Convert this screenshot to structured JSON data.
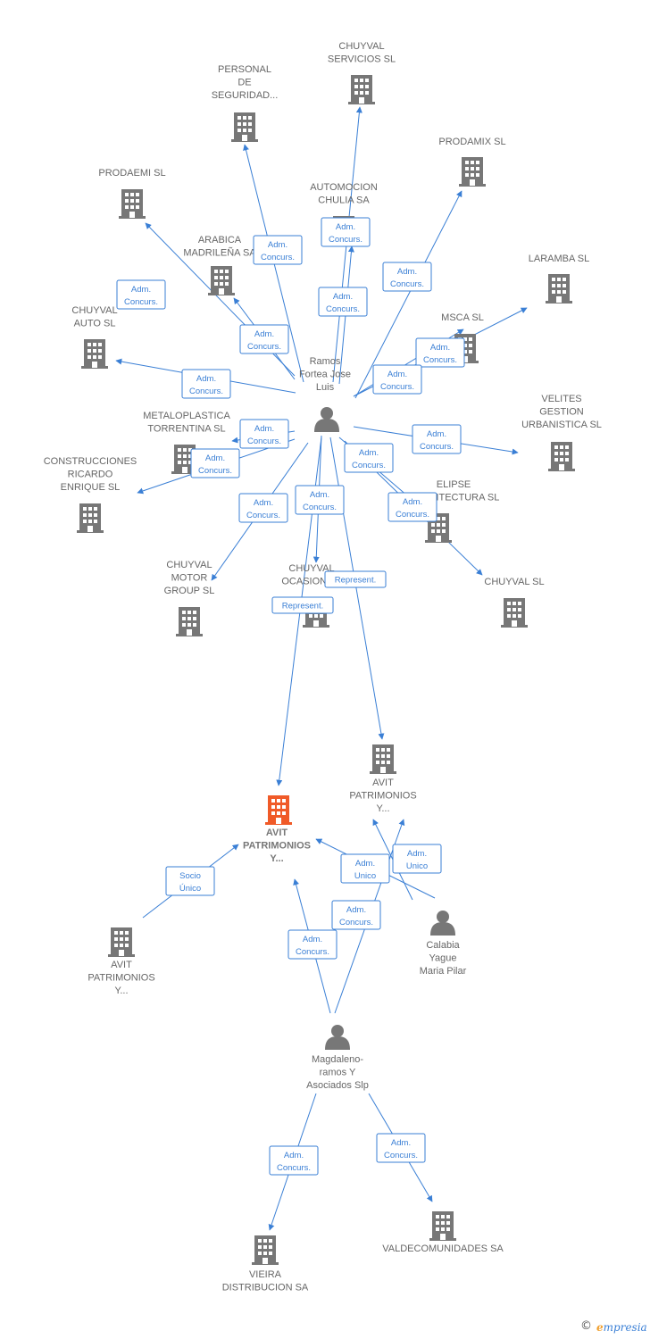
{
  "colors": {
    "edge": "#3a7fd5",
    "company": "#777777",
    "focus_company": "#f05a28",
    "person": "#777777",
    "label": "#666666"
  },
  "nodes": [
    {
      "id": "ramos",
      "type": "person",
      "label": [
        "Ramos",
        "Fortea Jose",
        "Luis"
      ]
    },
    {
      "id": "calabia",
      "type": "person",
      "label": [
        "Calabia",
        "Yague",
        "Maria Pilar"
      ]
    },
    {
      "id": "magdaleno",
      "type": "person",
      "label": [
        "Magdaleno-",
        "ramos Y",
        "Asociados Slp"
      ]
    },
    {
      "id": "chuyval_servicios",
      "type": "company",
      "label": [
        "CHUYVAL",
        "SERVICIOS SL"
      ]
    },
    {
      "id": "personal_seg",
      "type": "company",
      "label": [
        "PERSONAL",
        "DE",
        "SEGURIDAD..."
      ]
    },
    {
      "id": "prodamix",
      "type": "company",
      "label": [
        "PRODAMIX SL"
      ]
    },
    {
      "id": "prodaemi",
      "type": "company",
      "label": [
        "PRODAEMI SL"
      ]
    },
    {
      "id": "automocion",
      "type": "company",
      "label": [
        "AUTOMOCION",
        "CHULIA SA"
      ]
    },
    {
      "id": "arabica",
      "type": "company",
      "label": [
        "ARABICA",
        "MADRILEÑA SA"
      ]
    },
    {
      "id": "laramba",
      "type": "company",
      "label": [
        "LARAMBA SL"
      ]
    },
    {
      "id": "chuyval_auto",
      "type": "company",
      "label": [
        "CHUYVAL",
        "AUTO SL"
      ]
    },
    {
      "id": "msca",
      "type": "company",
      "label": [
        "MSCA SL"
      ]
    },
    {
      "id": "velites",
      "type": "company",
      "label": [
        "VELITES",
        "GESTION",
        "URBANISTICA SL"
      ]
    },
    {
      "id": "metaloplastica",
      "type": "company",
      "label": [
        "METALOPLASTICA",
        "TORRENTINA SL"
      ]
    },
    {
      "id": "construcciones",
      "type": "company",
      "label": [
        "CONSTRUCCIONES",
        "RICARDO",
        "ENRIQUE SL"
      ]
    },
    {
      "id": "elipse",
      "type": "company",
      "label": [
        "ELIPSE",
        "ARQUITECTURA SL"
      ]
    },
    {
      "id": "chuyval_motor",
      "type": "company",
      "label": [
        "CHUYVAL",
        "MOTOR",
        "GROUP SL"
      ]
    },
    {
      "id": "chuyval_ocasion",
      "type": "company",
      "label": [
        "CHUYVAL",
        "OCASION SL"
      ]
    },
    {
      "id": "chuyval_sl",
      "type": "company",
      "label": [
        "CHUYVAL SL"
      ]
    },
    {
      "id": "avit_focus",
      "type": "focus_company",
      "label": [
        "AVIT",
        "PATRIMONIOS",
        "Y..."
      ]
    },
    {
      "id": "avit_right",
      "type": "company",
      "label": [
        "AVIT",
        "PATRIMONIOS",
        "Y..."
      ]
    },
    {
      "id": "avit_left",
      "type": "company",
      "label": [
        "AVIT",
        "PATRIMONIOS",
        "Y..."
      ]
    },
    {
      "id": "vieira",
      "type": "company",
      "label": [
        "VIEIRA",
        "DISTRIBUCION SA"
      ]
    },
    {
      "id": "valdecomunidades",
      "type": "company",
      "label": [
        "VALDECOMUNIDADES SA"
      ]
    }
  ],
  "edges": [
    {
      "from": "ramos",
      "to": "personal_seg",
      "label": [
        "Adm.",
        "Concurs."
      ]
    },
    {
      "from": "ramos",
      "to": "chuyval_servicios",
      "label": [
        "Adm.",
        "Concurs."
      ]
    },
    {
      "from": "ramos",
      "to": "automocion",
      "label": [
        "Adm.",
        "Concurs."
      ]
    },
    {
      "from": "ramos",
      "to": "prodamix",
      "label": [
        "Adm.",
        "Concurs."
      ]
    },
    {
      "from": "ramos",
      "to": "prodaemi",
      "label": [
        "Adm.",
        "Concurs."
      ]
    },
    {
      "from": "ramos",
      "to": "arabica",
      "label": [
        "Adm.",
        "Concurs."
      ]
    },
    {
      "from": "ramos",
      "to": "laramba",
      "label": [
        "Adm.",
        "Concurs."
      ]
    },
    {
      "from": "ramos",
      "to": "msca",
      "label": [
        "Adm.",
        "Concurs."
      ]
    },
    {
      "from": "ramos",
      "to": "chuyval_auto",
      "label": [
        "Adm.",
        "Concurs."
      ]
    },
    {
      "from": "ramos",
      "to": "metaloplastica",
      "label": [
        "Adm.",
        "Concurs."
      ]
    },
    {
      "from": "ramos",
      "to": "construcciones",
      "label": [
        "Adm.",
        "Concurs."
      ]
    },
    {
      "from": "ramos",
      "to": "velites",
      "label": [
        "Adm.",
        "Concurs."
      ]
    },
    {
      "from": "ramos",
      "to": "elipse",
      "label": [
        "Adm.",
        "Concurs."
      ]
    },
    {
      "from": "ramos",
      "to": "chuyval_sl",
      "label": [
        "Adm.",
        "Concurs."
      ]
    },
    {
      "from": "ramos",
      "to": "chuyval_motor",
      "label": [
        "Adm.",
        "Concurs."
      ]
    },
    {
      "from": "ramos",
      "to": "chuyval_ocasion",
      "label": [
        "Adm.",
        "Concurs."
      ]
    },
    {
      "from": "ramos",
      "to": "avit_focus",
      "label": [
        "Represent."
      ]
    },
    {
      "from": "ramos",
      "to": "avit_right",
      "label": [
        "Represent."
      ]
    },
    {
      "from": "avit_left",
      "to": "avit_focus",
      "label": [
        "Socio",
        "Único"
      ]
    },
    {
      "from": "calabia",
      "to": "avit_focus",
      "label": [
        "Adm.",
        "Unico"
      ]
    },
    {
      "from": "calabia",
      "to": "avit_right",
      "label": [
        "Adm.",
        "Unico"
      ]
    },
    {
      "from": "magdaleno",
      "to": "avit_focus",
      "label": [
        "Adm.",
        "Concurs."
      ]
    },
    {
      "from": "magdaleno",
      "to": "avit_right",
      "label": [
        "Adm.",
        "Concurs."
      ]
    },
    {
      "from": "magdaleno",
      "to": "vieira",
      "label": [
        "Adm.",
        "Concurs."
      ]
    },
    {
      "from": "magdaleno",
      "to": "valdecomunidades",
      "label": [
        "Adm.",
        "Concurs."
      ]
    }
  ],
  "footer": {
    "copyright_symbol": "©",
    "brand_initial": "e",
    "brand_rest": "mpresia"
  }
}
